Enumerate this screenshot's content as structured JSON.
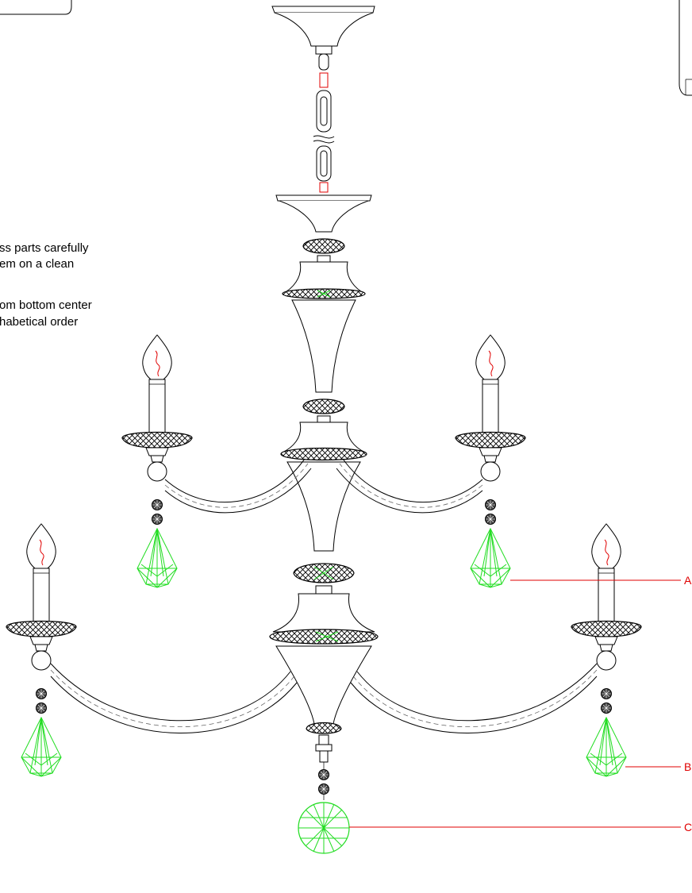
{
  "notes": {
    "lines": [
      "ss parts carefully",
      "em on a clean",
      "om bottom center",
      "habetical order"
    ]
  },
  "callouts": {
    "a": "A",
    "b": "B",
    "c": "C"
  },
  "colors": {
    "crystal": "#22dd22",
    "callout": "#e00000",
    "line": "#000000"
  }
}
